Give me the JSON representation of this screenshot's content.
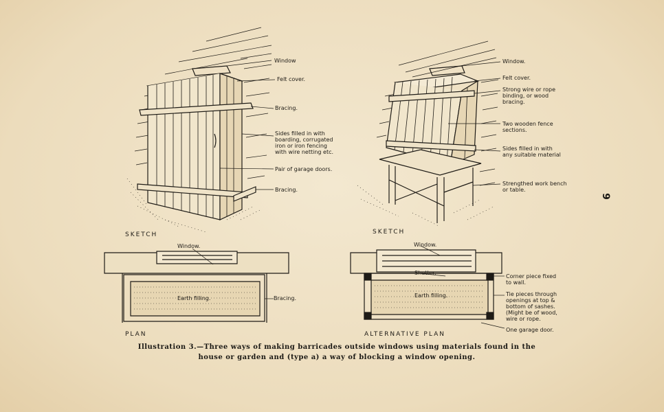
{
  "page_number": "9",
  "left_sketch": {
    "heading": "SKETCH",
    "labels": [
      "Window",
      "Felt cover.",
      "Bracing.",
      "Sides filled in with\nboarding, corrugated\niron or iron fencing\nwith wire netting etc.",
      "Pair of garage doors.",
      "Bracing."
    ]
  },
  "right_sketch": {
    "heading": "SKETCH",
    "labels": [
      "Window.",
      "Felt cover.",
      "Strong wire or rope\nbinding, or wood\nbracing.",
      "Two wooden fence\nsections.",
      "Sides filled in with\nany suitable material",
      "Strengthed work bench\nor table."
    ]
  },
  "left_plan": {
    "heading": "PLAN",
    "labels": [
      "Window.",
      "Earth filling.",
      "Bracing."
    ]
  },
  "right_plan": {
    "heading": "ALTERNATIVE PLAN",
    "labels": [
      "Window.",
      "Shutter.",
      "Earth filling.",
      "Corner piece fixed\nto wall.",
      "Tie pieces through\nopenings at top &\nbottom of sashes.\n(Might be of wood,\nwire or rope.",
      "One garage door."
    ]
  },
  "caption": {
    "line1": "Illustration 3.—Three ways of making barricades outside windows using materials found in the",
    "line2": "house or garden and (type a) a way of blocking a window opening."
  },
  "colors": {
    "paper": "#efe2c7",
    "ink": "#1e1b16"
  }
}
